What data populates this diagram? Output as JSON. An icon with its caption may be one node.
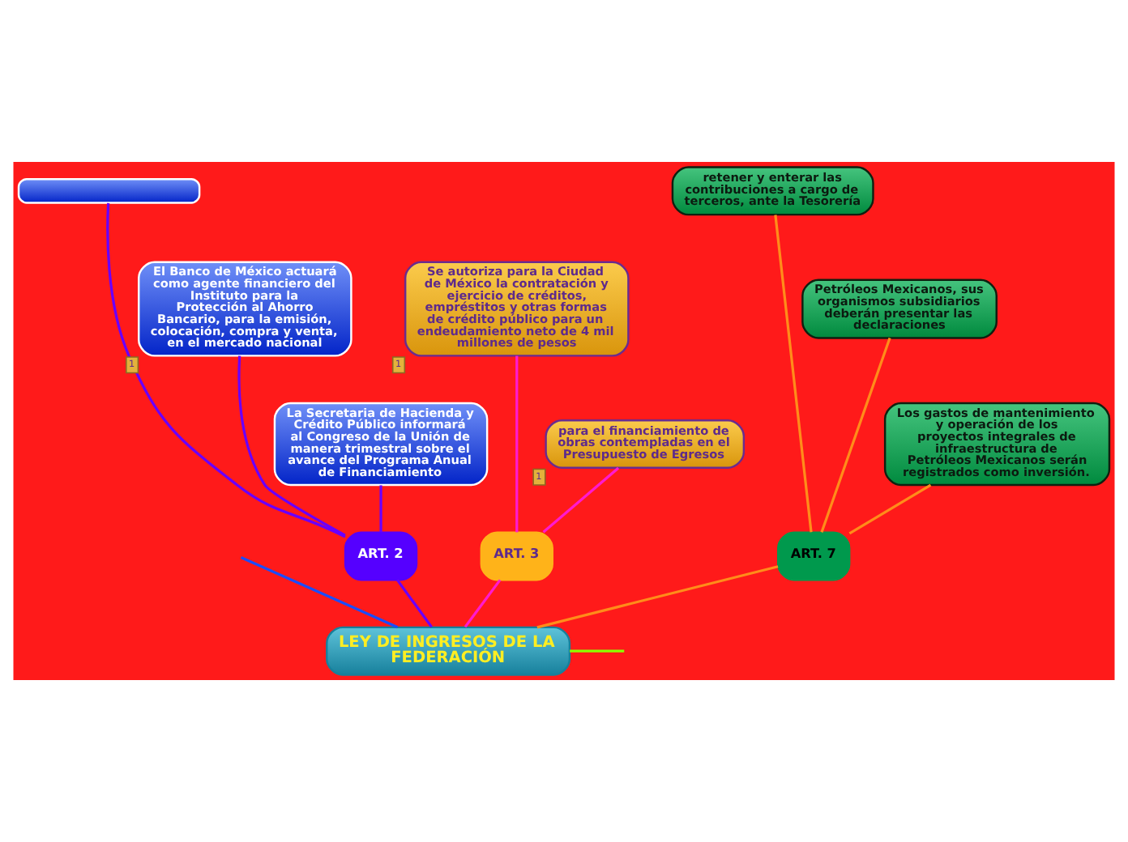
{
  "diagram": {
    "nodes": [
      {
        "text": [
          "LEY DE INGRESOS DE LA FEDERACIÓN"
        ]
      },
      {
        "text": [
          "ART. 2"
        ]
      },
      {
        "text": [],
        "shape": "box"
      },
      {
        "text": [
          "El Banco de México actuará como agente financiero del Instituto para la Protección al Ahorro Bancario, para la emisión, colocación, compra y venta, en el mercado nacional"
        ],
        "beside": [
          "1"
        ]
      },
      {
        "text": [
          "La Secretaria de Hacienda y Crédito Público informará al Congreso de la Unión de manera trimestral sobre el avance del Programa Anual de Financiamiento"
        ]
      },
      {
        "text": [
          "ART. 3"
        ]
      },
      {
        "text": [
          "Se autoriza para la Ciudad de México la contratación y ejercicio de créditos, empréstitos y otras formas de crédito público para un endeudamiento neto de 4 mil millones de pesos"
        ],
        "beside": [
          "1"
        ]
      },
      {
        "text": [
          "para el financiamiento de obras contempladas en el Presupuesto de Egresos"
        ],
        "beside": [
          "1"
        ]
      },
      {
        "text": [
          "ART. 7"
        ]
      },
      {
        "text": [
          "retener y enterar las contribuciones a cargo de terceros, ante la Tesorería"
        ]
      },
      {
        "text": [
          "Petróleos Mexicanos, sus organismos subsidiarios deberán presentar las declaraciones"
        ]
      },
      {
        "text": [
          "Los gastos de mantenimiento y operación de los proyectos integrales de infraestructura de Petróleos Mexicanos serán registrados como inversión."
        ]
      }
    ],
    "edges": [
      {
        "from": 0,
        "to": null,
        "arrow": "none",
        "color": "#1a4dff"
      },
      {
        "from": 0,
        "to": 1,
        "arrow": "none",
        "color": "#6a00ff"
      },
      {
        "from": 0,
        "to": 5,
        "arrow": "none",
        "color": "#ff1ad0"
      },
      {
        "from": 0,
        "to": 8,
        "arrow": "none",
        "color": "#ff8c1a"
      },
      {
        "from": 0,
        "to": null,
        "arrow": "none",
        "color": "#8cff00"
      },
      {
        "from": 1,
        "to": 2,
        "arrow": "none",
        "color": "#6a00ff"
      },
      {
        "from": 1,
        "to": 3,
        "arrow": "none",
        "color": "#6a00ff"
      },
      {
        "from": 1,
        "to": 4,
        "arrow": "none",
        "color": "#6a00ff"
      },
      {
        "from": 5,
        "to": 6,
        "arrow": "none",
        "color": "#ff1ad0"
      },
      {
        "from": 5,
        "to": 7,
        "arrow": "none",
        "color": "#ff1ad0"
      },
      {
        "from": 8,
        "to": 9,
        "arrow": "none",
        "color": "#ff8c1a"
      },
      {
        "from": 8,
        "to": 10,
        "arrow": "none",
        "color": "#ff8c1a"
      },
      {
        "from": 8,
        "to": 11,
        "arrow": "none",
        "color": "#ff8c1a"
      }
    ]
  }
}
